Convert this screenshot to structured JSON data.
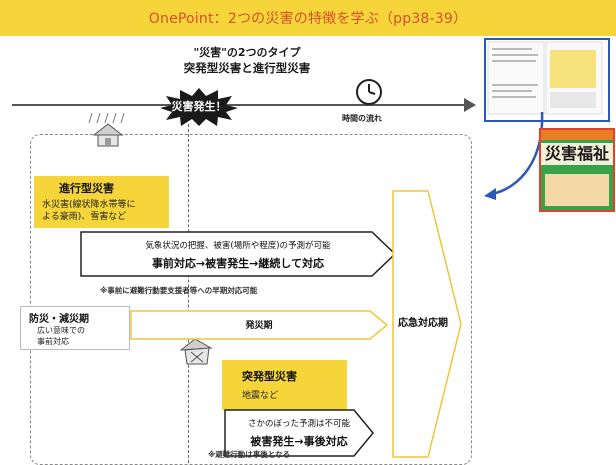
{
  "title": "OnePoint：2つの災害の特徴を学ぶ（pp38-39）",
  "header": {
    "line1": "\"災害\"の2つのタイプ",
    "line2": "突発型災害と進行型災害"
  },
  "timeline": {
    "event_label": "災害発生！",
    "time_label": "時間の流れ"
  },
  "shinko": {
    "title": "進行型災害",
    "desc_line1": "水災害(線状降水帯等に",
    "desc_line2": "よる豪雨)、雪害など"
  },
  "yosoku": {
    "line1": "気象状況の把握、被害(場所や程度)の予測が可能",
    "line2": "事前対応→被害発生→継続して対応"
  },
  "note_early": "※事前に避難行動要支援者等への早期対応可能",
  "bousai": {
    "title": "防災・減災期",
    "desc_line1": "広い意味での",
    "desc_line2": "事前対応"
  },
  "hassai_label": "発災期",
  "kyukyu_label": "応急対応期",
  "toppatsu": {
    "title": "突発型災害",
    "desc": "地震など"
  },
  "sakanobori": {
    "line1": "さかのぼった予測は不可能",
    "line2": "被害発生→事後対応"
  },
  "note_after": "※避難行動は事後となる",
  "book_cover": {
    "title": "災害福祉"
  },
  "colors": {
    "title_bar": "#f6d53a",
    "title_text": "#d6502a",
    "highlight": "#f6d53a",
    "arrow_blue": "#2a59b8"
  }
}
